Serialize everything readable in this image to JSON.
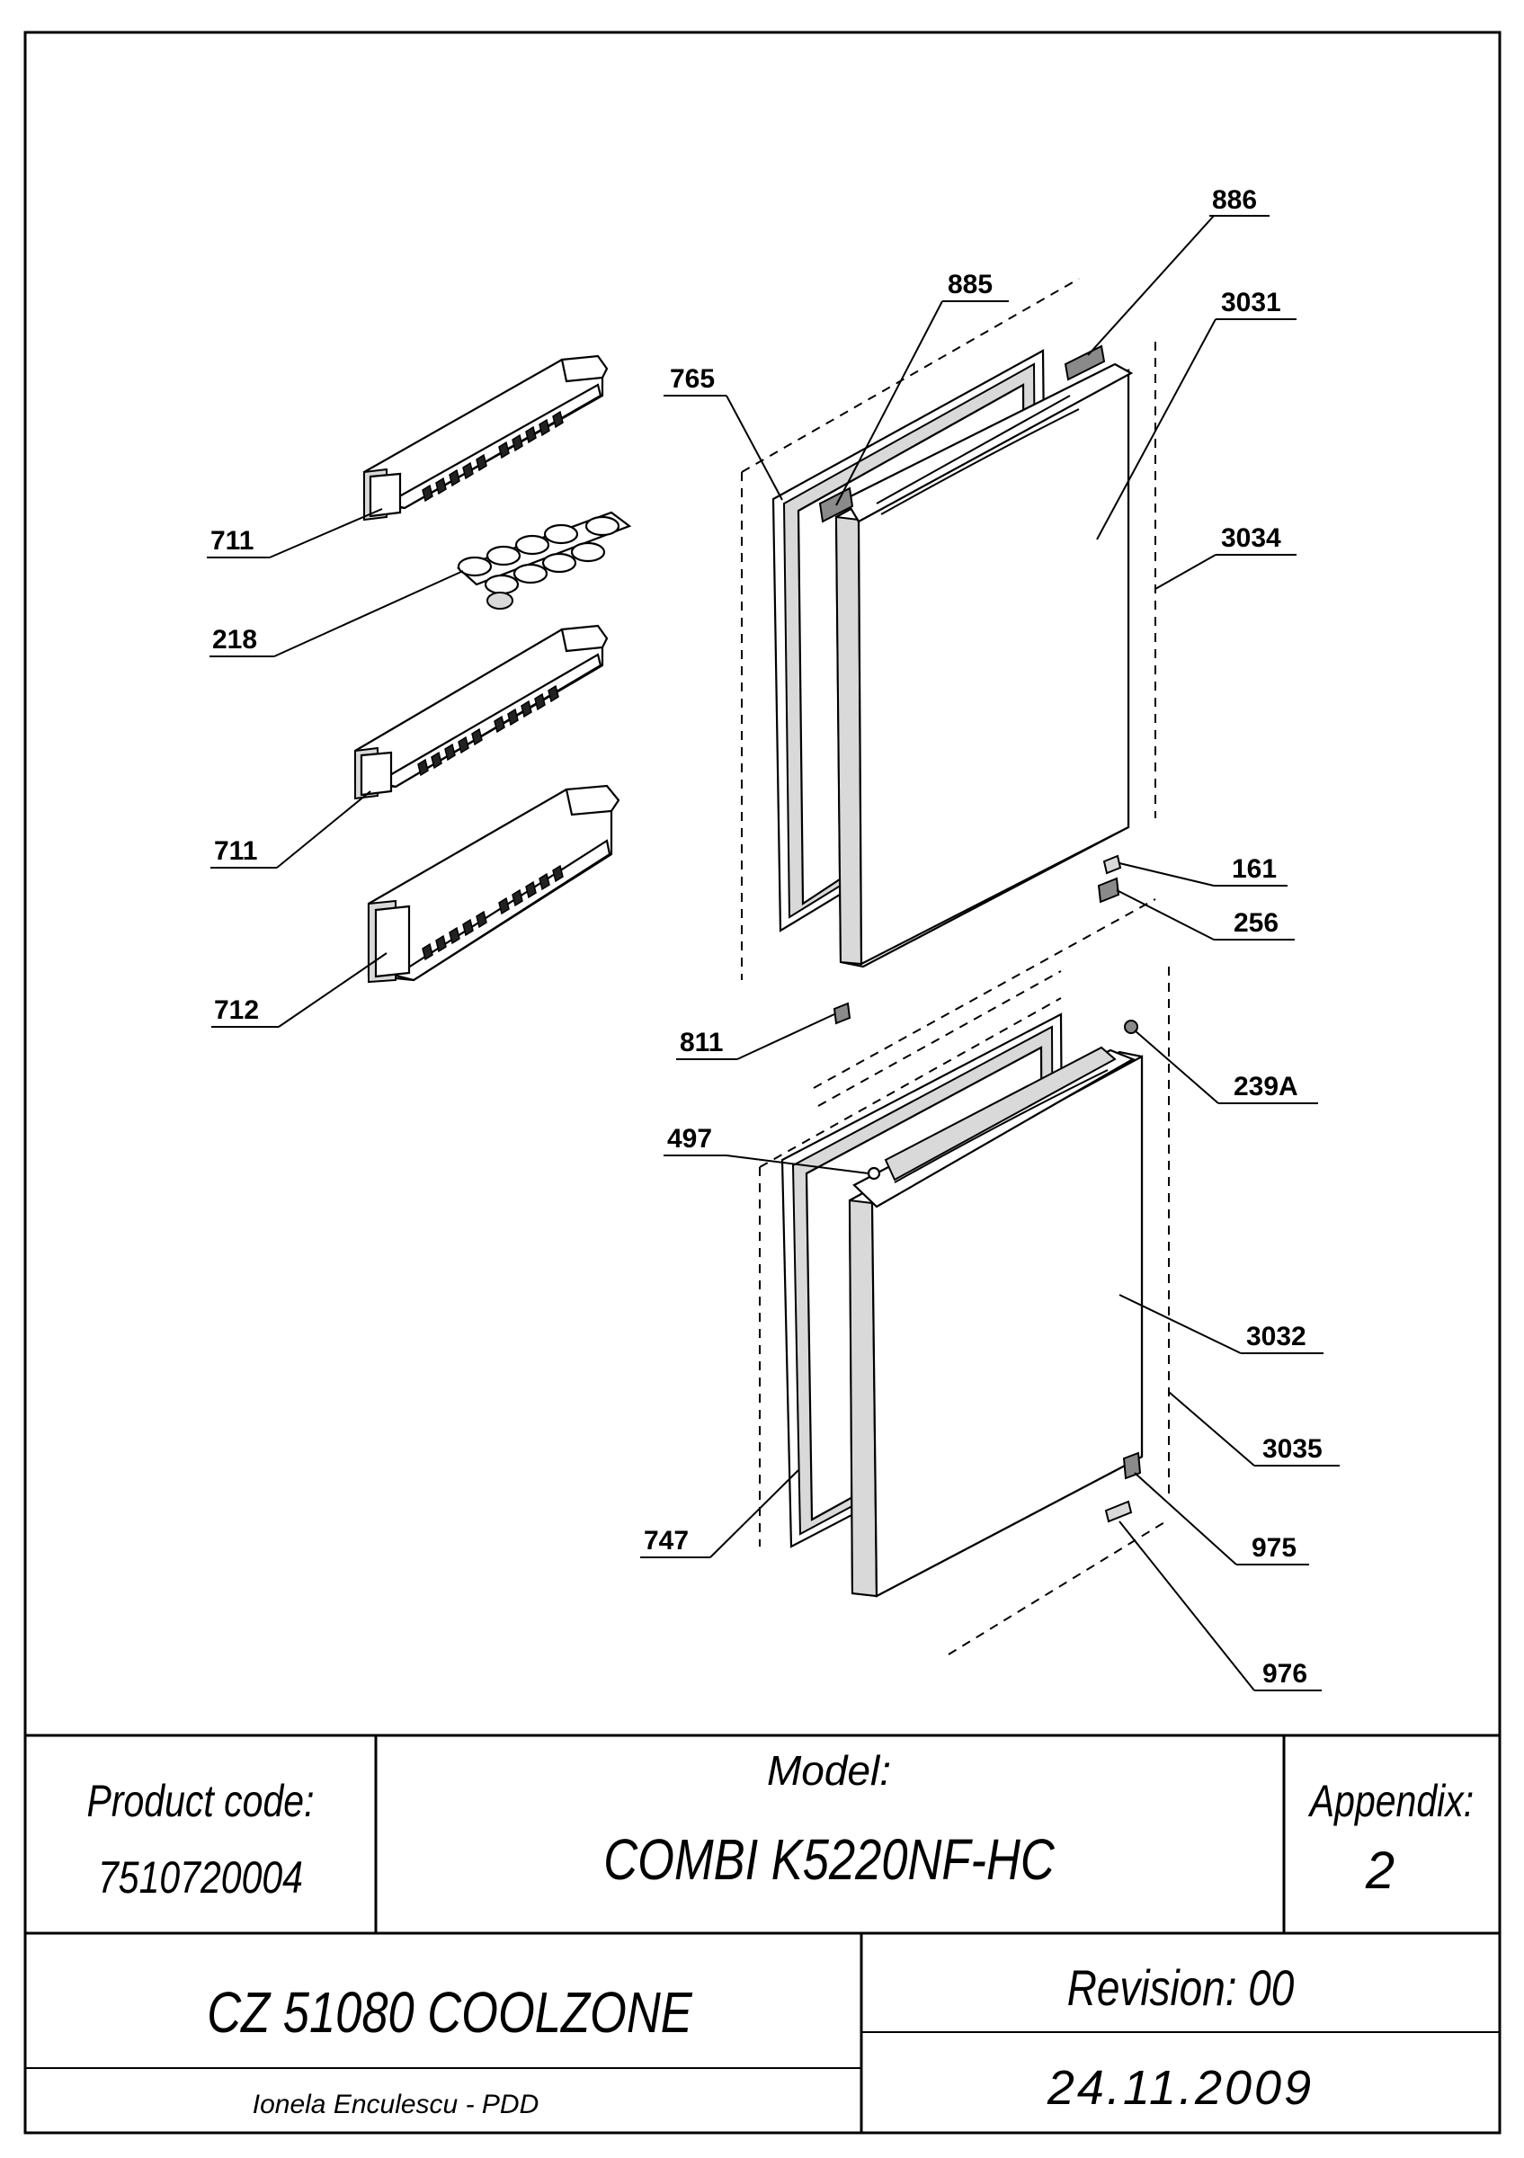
{
  "callouts": {
    "c886": "886",
    "c885": "885",
    "c3031": "3031",
    "c765": "765",
    "c711a": "711",
    "c218": "218",
    "c3034": "3034",
    "c711b": "711",
    "c161": "161",
    "c256": "256",
    "c712": "712",
    "c811": "811",
    "c239a": "239A",
    "c497": "497",
    "c3032": "3032",
    "c3035": "3035",
    "c747": "747",
    "c975": "975",
    "c976": "976"
  },
  "title_block": {
    "product_code_label": "Product code:",
    "product_code_value": "7510720004",
    "model_label": "Model:",
    "model_value": "COMBI K5220NF-HC",
    "appendix_label": "Appendix:",
    "appendix_value": "2",
    "series_name": "CZ 51080 COOLZONE",
    "revision": "Revision: 00",
    "date": "24.11.2009",
    "author": "Ionela Enculescu - PDD"
  }
}
